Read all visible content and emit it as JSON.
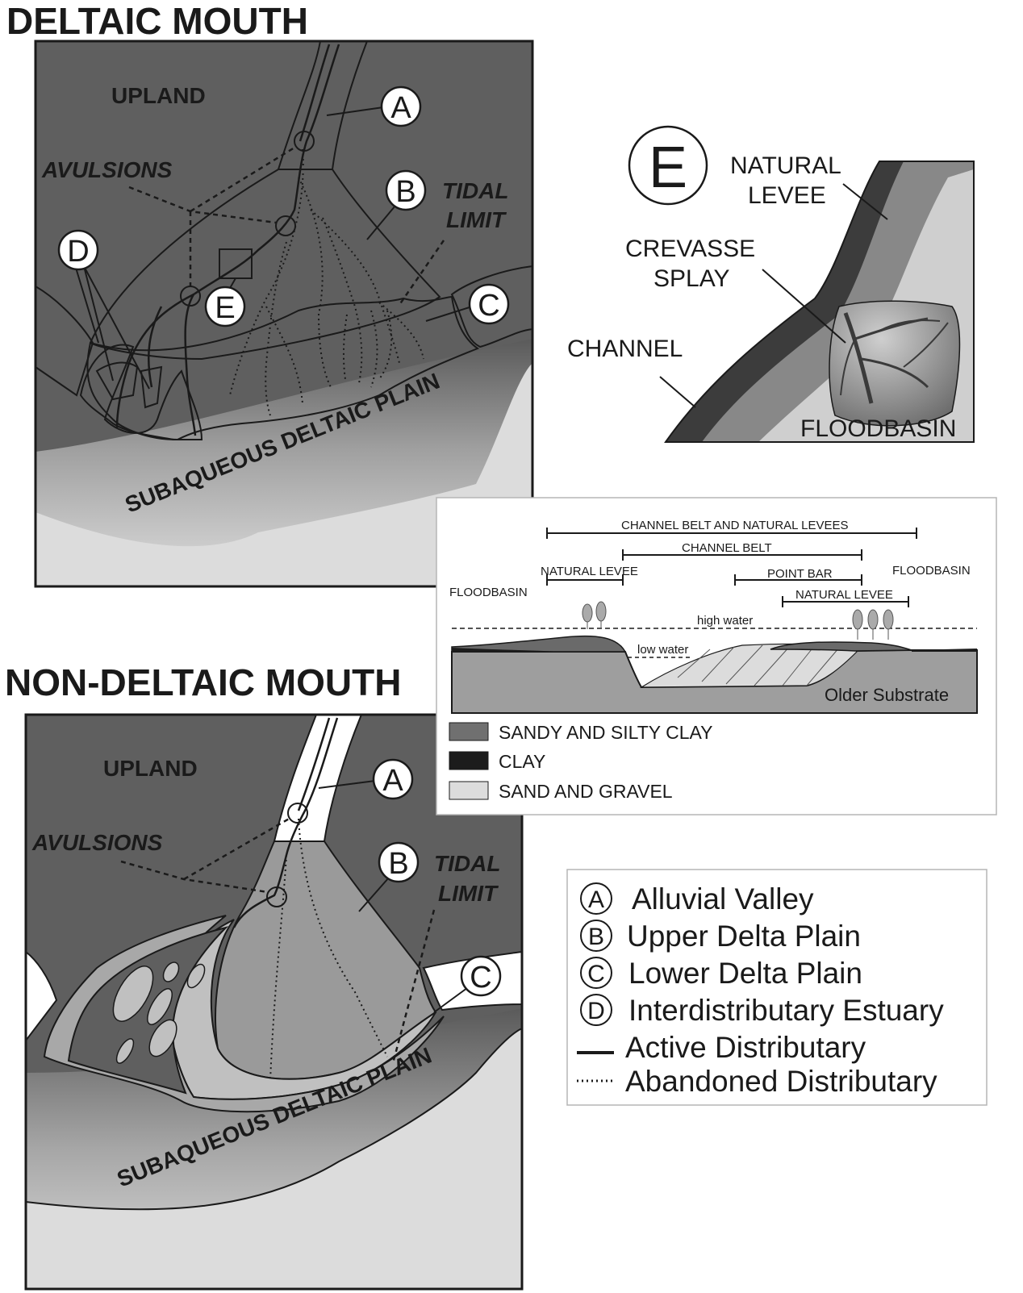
{
  "titles": {
    "deltaic": "DELTAIC MOUTH",
    "non_deltaic": "NON-DELTAIC MOUTH"
  },
  "deltaic_map": {
    "upland": "UPLAND",
    "avulsions": "AVULSIONS",
    "tidal_limit_1": "TIDAL",
    "tidal_limit_2": "LIMIT",
    "subaqueous": "SUBAQUEOUS DELTAIC PLAIN",
    "markers": [
      "A",
      "B",
      "C",
      "D",
      "E"
    ]
  },
  "non_deltaic_map": {
    "upland": "UPLAND",
    "avulsions": "AVULSIONS",
    "tidal_limit_1": "TIDAL",
    "tidal_limit_2": "LIMIT",
    "subaqueous": "SUBAQUEOUS DELTAIC PLAIN",
    "markers": [
      "A",
      "B",
      "C"
    ]
  },
  "inset_e": {
    "marker": "E",
    "natural_levee_1": "NATURAL",
    "natural_levee_2": "LEVEE",
    "crevasse_1": "CREVASSE",
    "crevasse_2": "SPLAY",
    "channel": "CHANNEL",
    "floodbasin": "FLOODBASIN"
  },
  "cross_section": {
    "channel_belt_levees": "CHANNEL BELT AND NATURAL LEVEES",
    "channel_belt": "CHANNEL BELT",
    "natural_levee_left": "NATURAL LEVEE",
    "floodbasin_left": "FLOODBASIN",
    "point_bar": "POINT BAR",
    "floodbasin_right": "FLOODBASIN",
    "natural_levee_right": "NATURAL LEVEE",
    "high_water": "high water",
    "low_water": "low water",
    "older_substrate": "Older Substrate",
    "legend": [
      {
        "label": "SANDY AND SILTY CLAY",
        "color": "#707070"
      },
      {
        "label": "CLAY",
        "color": "#1c1c1c"
      },
      {
        "label": "SAND AND GRAVEL",
        "color": "#dcdcdc"
      }
    ]
  },
  "key": [
    {
      "symbol": "A",
      "label": "Alluvial Valley"
    },
    {
      "symbol": "B",
      "label": "Upper Delta Plain"
    },
    {
      "symbol": "C",
      "label": "Lower Delta Plain"
    },
    {
      "symbol": "D",
      "label": "Interdistributary Estuary"
    },
    {
      "symbol": "line",
      "label": "Active Distributary"
    },
    {
      "symbol": "dots",
      "label": "Abandoned Distributary"
    }
  ],
  "colors": {
    "upland": "#5f5f5f",
    "upper_delta": "#9a9a9a",
    "lower_delta": "#c8c8c8",
    "subaqueous": "#d8d8d8",
    "dark": "#3d3d3d"
  }
}
